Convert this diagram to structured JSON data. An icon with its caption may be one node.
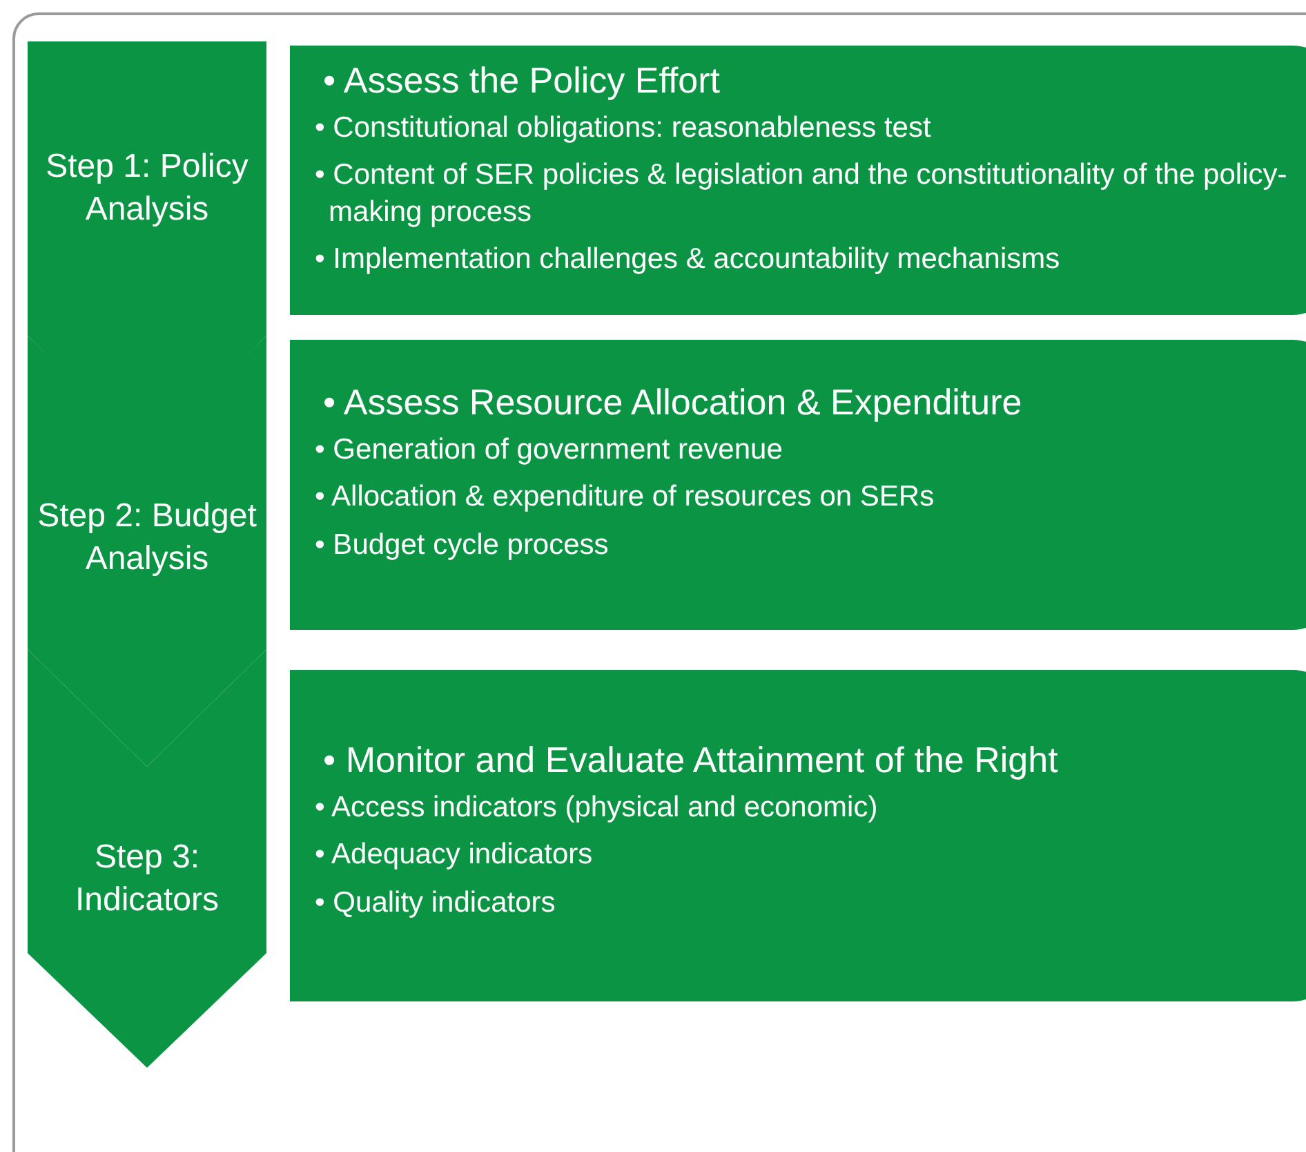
{
  "diagram": {
    "nodes": [
      {
        "text": [
          "Step 1: Policy Analysis"
        ]
      },
      {
        "text": [
          "• Assess the Policy Effort",
          "• Constitutional obligations: reasonableness test",
          "• Content of SER policies & legislation and the constitutionality of the policy-making process",
          "• Implementation challenges & accountability mechanisms"
        ]
      },
      {
        "text": [
          "Step 2: Budget Analysis"
        ]
      },
      {
        "text": [
          "• Assess Resource Allocation & Expenditure",
          "• Generation of government revenue",
          "• Allocation & expenditure of resources on SERs",
          "• Budget cycle process"
        ]
      },
      {
        "text": [
          "Step 3: Indicators"
        ]
      },
      {
        "text": [
          "• Monitor and Evaluate Attainment of the Right",
          "• Access indicators (physical and economic)",
          "• Adequacy indicators",
          "• Quality indicators"
        ]
      }
    ]
  }
}
